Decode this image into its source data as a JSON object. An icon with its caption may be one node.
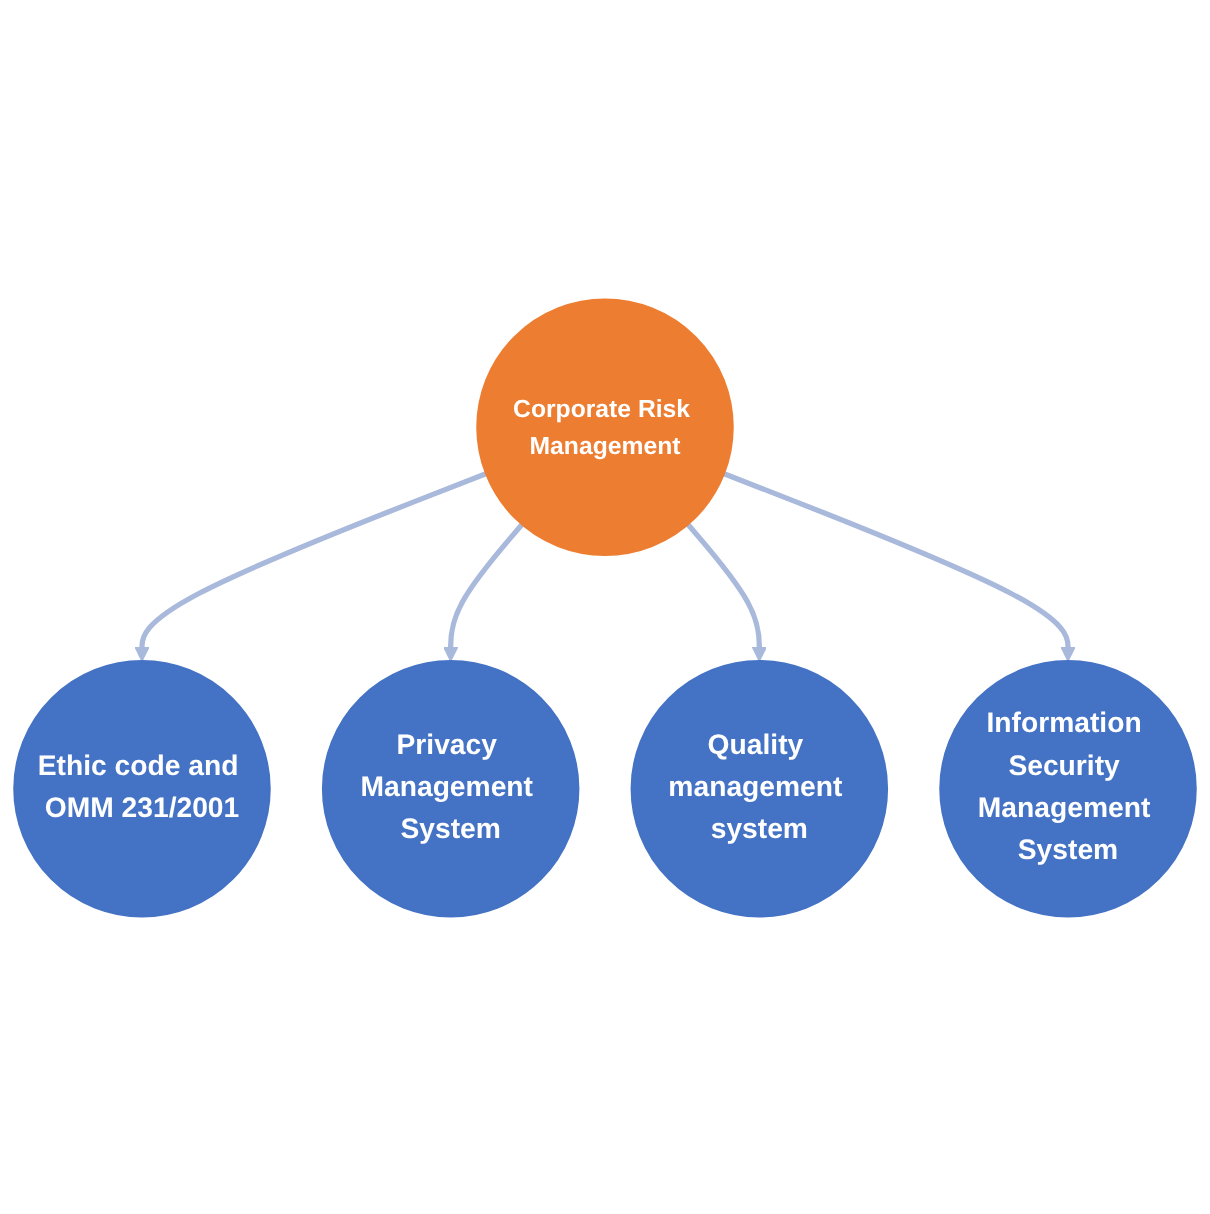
{
  "diagram": {
    "nodes": [
      {
        "text": [
          "Corporate Risk Management"
        ]
      },
      {
        "text": [
          "Ethic code and OMM 231/2001"
        ]
      },
      {
        "text": [
          "Privacy Management System"
        ]
      },
      {
        "text": [
          "Quality management system"
        ]
      },
      {
        "text": [
          "Information Security Management System"
        ]
      }
    ],
    "edges": [
      {
        "from": 0,
        "to": 1,
        "arrow": "to"
      },
      {
        "from": 0,
        "to": 2,
        "arrow": "to"
      },
      {
        "from": 0,
        "to": 3,
        "arrow": "to"
      },
      {
        "from": 0,
        "to": 4,
        "arrow": "to"
      }
    ]
  }
}
